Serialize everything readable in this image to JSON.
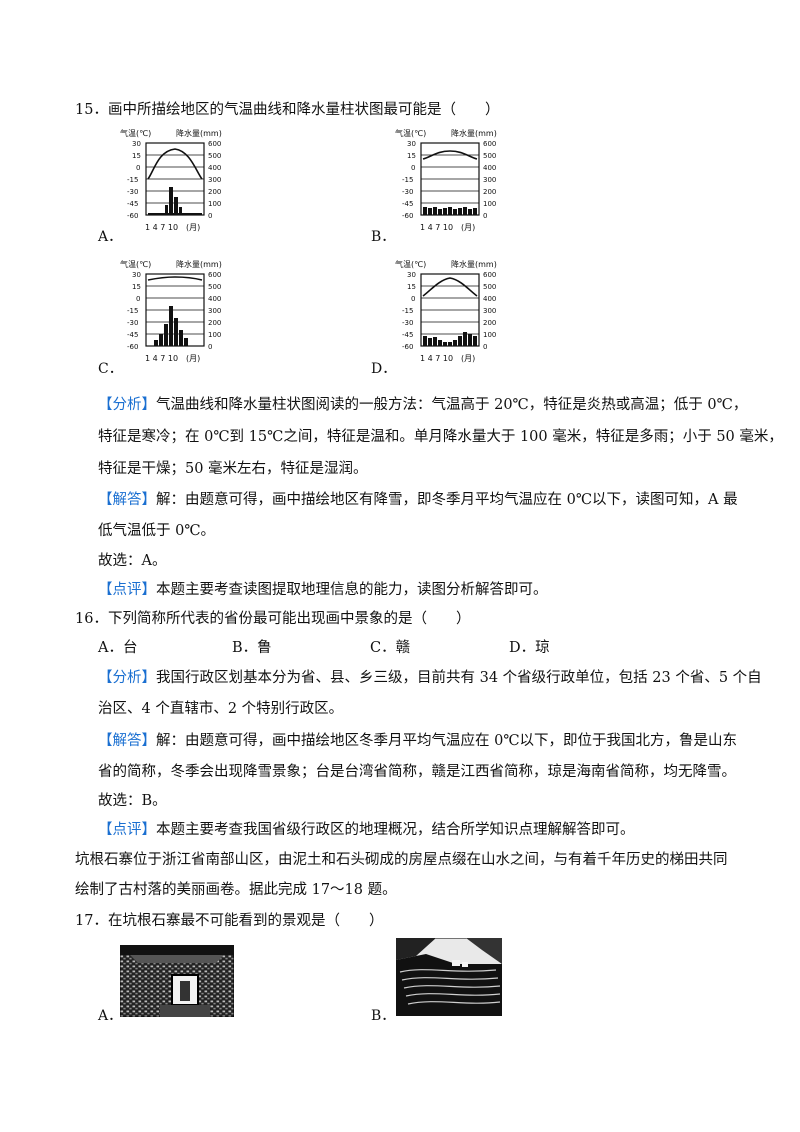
{
  "q15": {
    "stem": "15．画中所描绘地区的气温曲线和降水量柱状图最可能是（　　）",
    "opt_a": "A．",
    "opt_b": "B．",
    "opt_c": "C．",
    "opt_d": "D．",
    "chart_labels": {
      "temp_title": "气温(℃)",
      "precip_title": "降水量(mm)",
      "left_ticks": [
        "30",
        "15",
        "0",
        "-15",
        "-30",
        "-45",
        "-60"
      ],
      "right_ticks": [
        "600",
        "500",
        "400",
        "300",
        "200",
        "100",
        "0"
      ],
      "months": "1 4 7 10",
      "month_unit": "(月)"
    },
    "analysis_tag": "【分析】",
    "analysis_1": "气温曲线和降水量柱状图阅读的一般方法：气温高于 20℃，特征是炎热或高温；低于 0℃，",
    "analysis_2": "特征是寒冷；在 0℃到 15℃之间，特征是温和。单月降水量大于 100 毫米，特征是多雨；小于 50 毫米，",
    "analysis_3": "特征是干燥；50 毫米左右，特征是湿润。",
    "answer_tag": "【解答】",
    "answer_1": "解：由题意可得，画中描绘地区有降雪，即冬季月平均气温应在 0℃以下，读图可知，A 最",
    "answer_2": "低气温低于 0℃。",
    "choice": "故选：A。",
    "comment_tag": "【点评】",
    "comment": "本题主要考查读图提取地理信息的能力，读图分析解答即可。"
  },
  "q16": {
    "stem": "16．下列简称所代表的省份最可能出现画中景象的是（　　）",
    "options": [
      "A．台",
      "B．鲁",
      "C．赣",
      "D．琼"
    ],
    "analysis_tag": "【分析】",
    "analysis_1": "我国行政区划基本分为省、县、乡三级，目前共有 34 个省级行政单位，包括 23 个省、5 个自",
    "analysis_2": "治区、4 个直辖市、2 个特别行政区。",
    "answer_tag": "【解答】",
    "answer_1": "解：由题意可得，画中描绘地区冬季月平均气温应在 0℃以下，即位于我国北方，鲁是山东",
    "answer_2": "省的简称，冬季会出现降雪景象；台是台湾省简称，赣是江西省简称，琼是海南省简称，均无降雪。",
    "choice": "故选：B。",
    "comment_tag": "【点评】",
    "comment": "本题主要考查我国省级行政区的地理概况，结合所学知识点理解解答即可。"
  },
  "passage": {
    "line_1": "坑根石寨位于浙江省南部山区，由泥土和石头砌成的房屋点缀在山水之间，与有着千年历史的梯田共同",
    "line_2": "绘制了古村落的美丽画卷。据此完成 17～18 题。"
  },
  "q17": {
    "stem": "17．在坑根石寨最不可能看到的景观是（　　）",
    "opt_a": "A．",
    "opt_b": "B．"
  }
}
